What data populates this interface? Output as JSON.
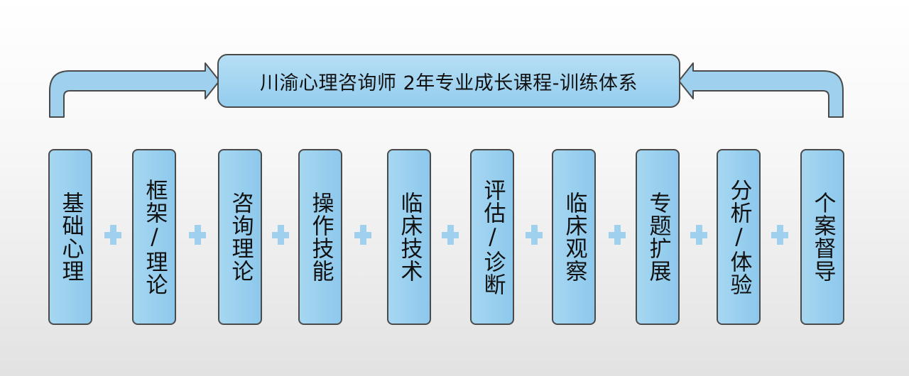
{
  "title": "川渝心理咨询师 2年专业成长课程-训练体系",
  "columns": [
    {
      "label": "基础心理"
    },
    {
      "label": "框架/理论"
    },
    {
      "label": "咨询理论"
    },
    {
      "label": "操作技能"
    },
    {
      "label": "临床技术"
    },
    {
      "label": "评估/诊断"
    },
    {
      "label": "临床观察"
    },
    {
      "label": "专题扩展"
    },
    {
      "label": "分析/体验"
    },
    {
      "label": "个案督导"
    }
  ],
  "colors": {
    "box_fill": "#94cdee",
    "box_border": "#4a4a4a",
    "plus": "#9fd1ef"
  }
}
